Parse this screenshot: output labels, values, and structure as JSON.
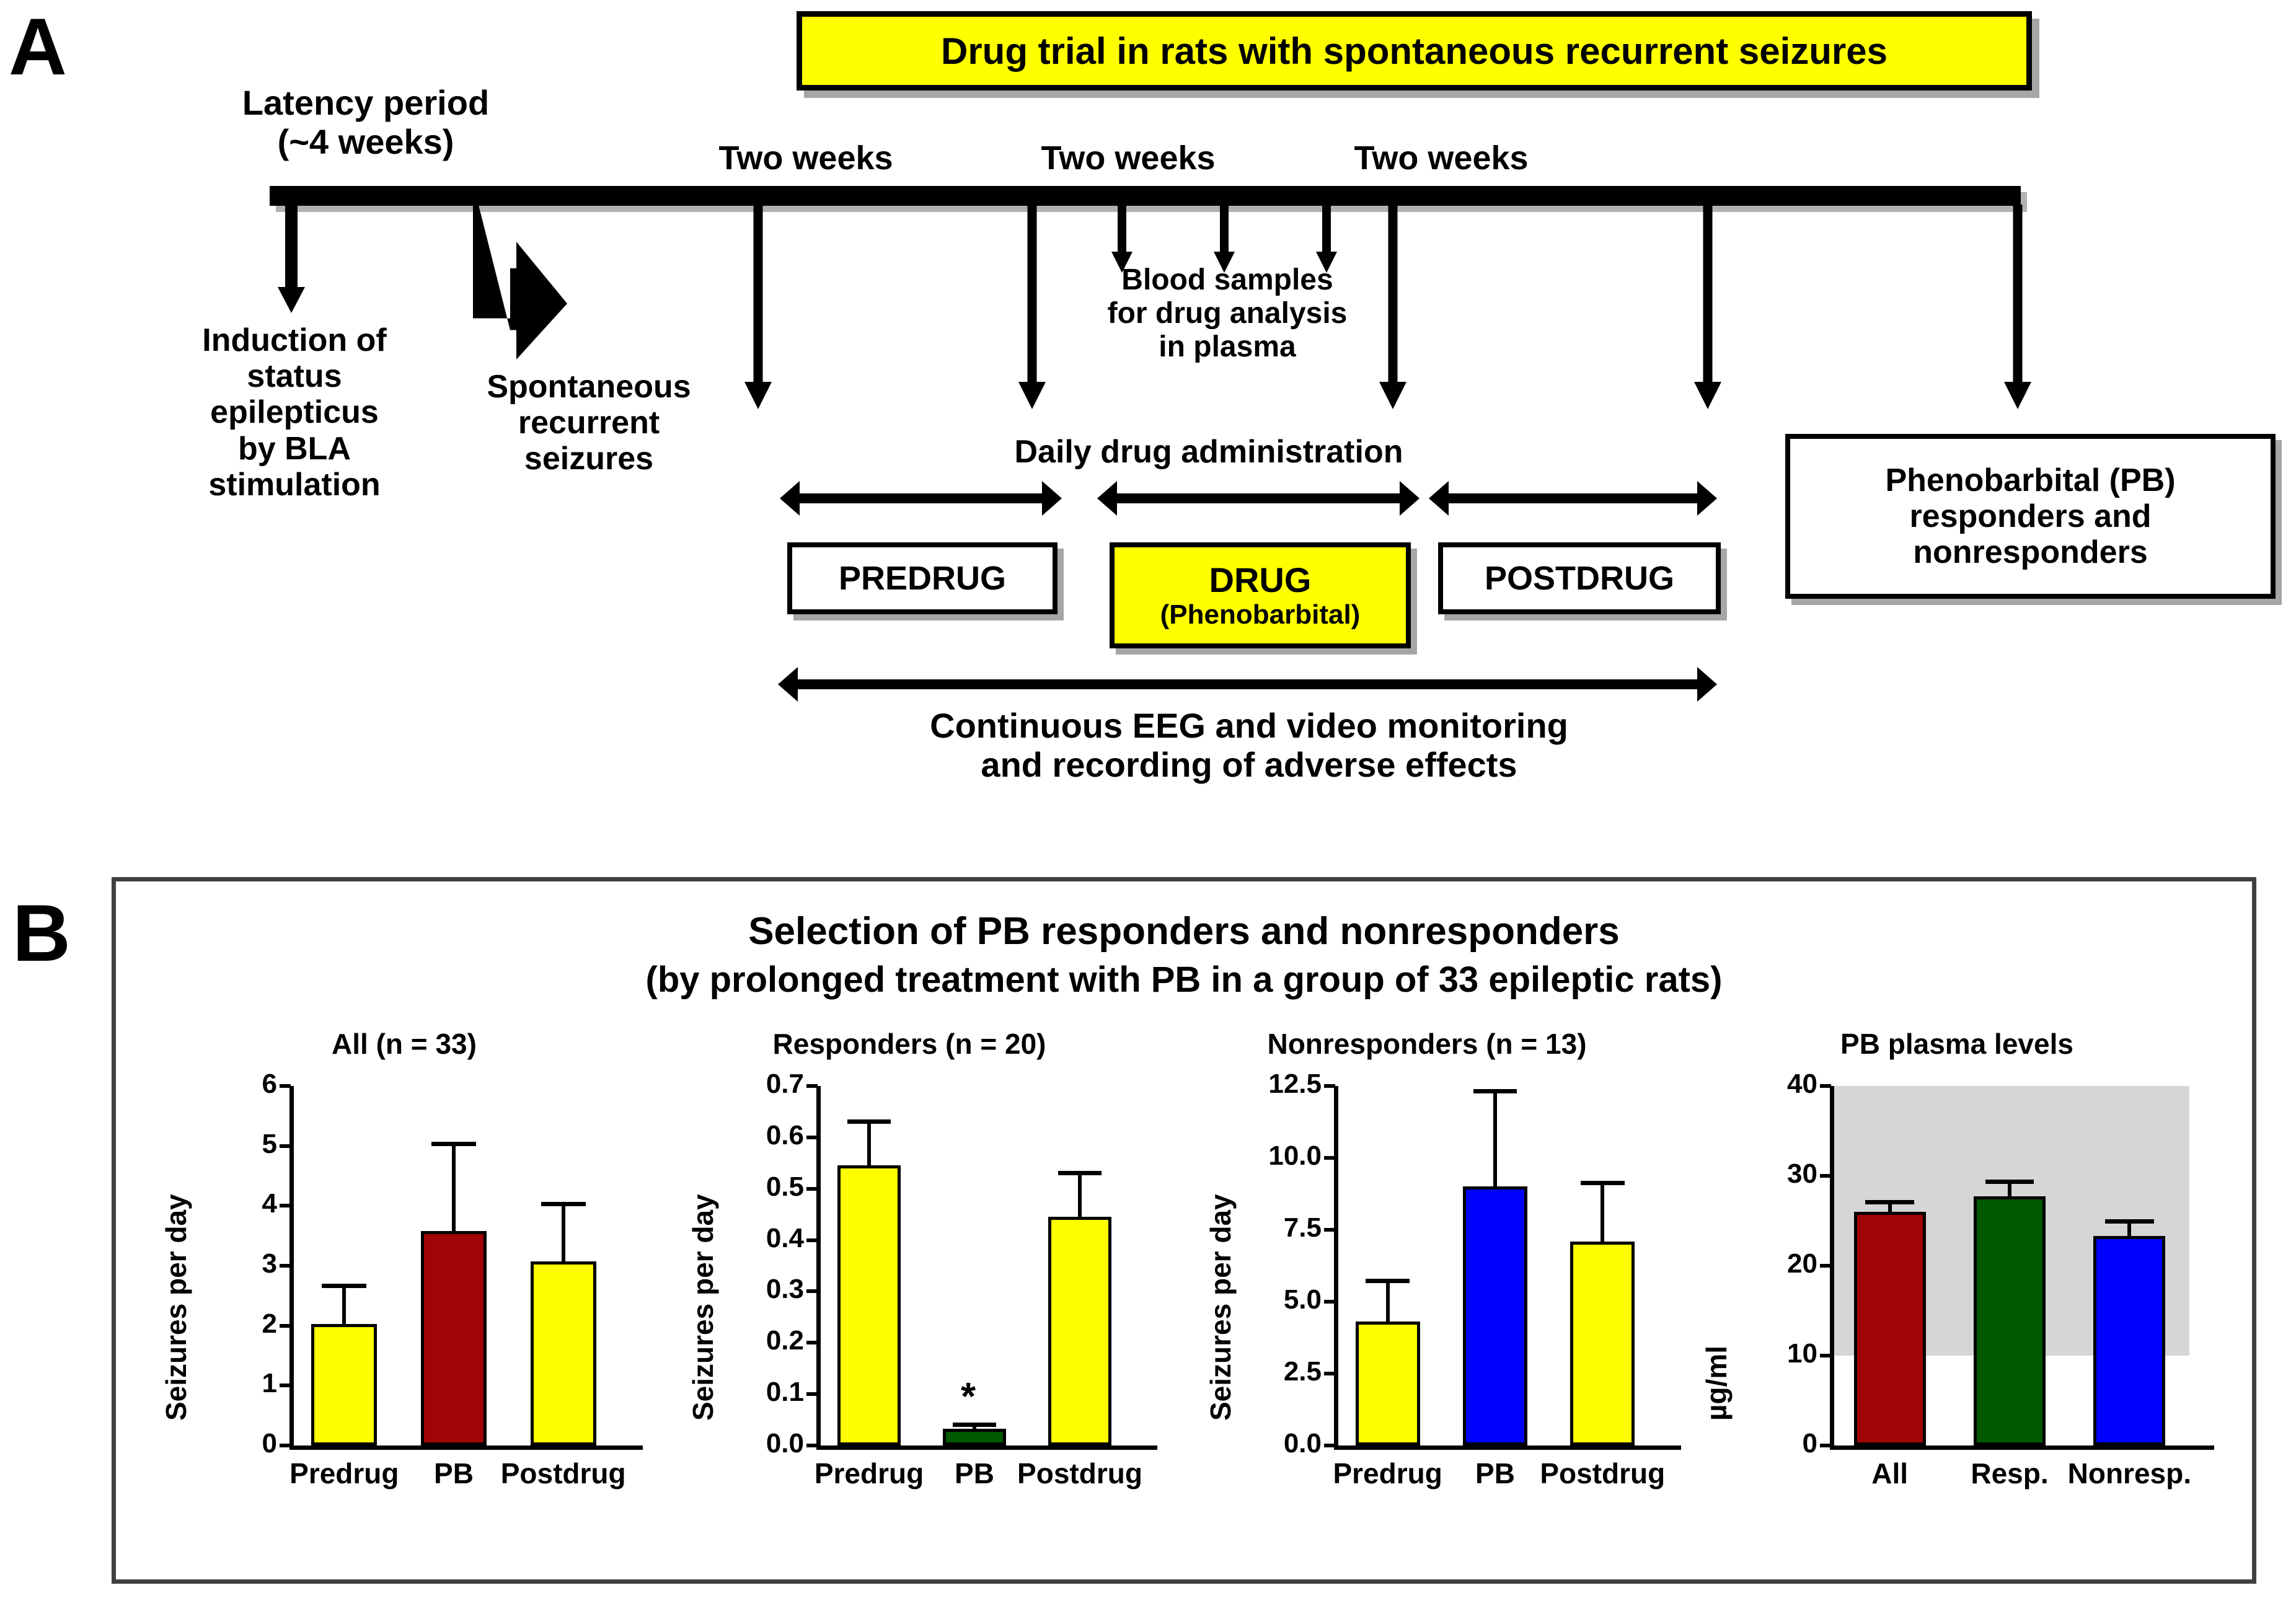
{
  "panels": {
    "a_letter": "A",
    "b_letter": "B"
  },
  "panel_a": {
    "banner_title": "Drug trial in rats with spontaneous recurrent seizures",
    "latency_line1": "Latency period",
    "latency_line2": "(~4 weeks)",
    "week_labels": [
      "Two weeks",
      "Two weeks",
      "Two weeks"
    ],
    "induction_label": "Induction of\nstatus\nepilepticus\nby BLA\nstimulation",
    "induction_lines": [
      "Induction of",
      "status",
      "epilepticus",
      "by BLA",
      "stimulation"
    ],
    "spontaneous_lines": [
      "Spontaneous",
      "recurrent",
      "seizures"
    ],
    "blood_lines": [
      "Blood samples",
      "for drug analysis",
      "in plasma"
    ],
    "daily_admin": "Daily drug administration",
    "boxes": {
      "predrug": "PREDRUG",
      "drug_line1": "DRUG",
      "drug_line2": "(Phenobarbital)",
      "postdrug": "POSTDRUG",
      "responders_lines": [
        "Phenobarbital (PB)",
        "responders and",
        "nonresponders"
      ]
    },
    "monitoring_lines": [
      "Continuous EEG and video monitoring",
      "and recording of adverse effects"
    ]
  },
  "panel_b": {
    "title_line1": "Selection of PB responders and nonresponders",
    "title_line2": "(by prolonged treatment with PB in a group of 33 epileptic rats)"
  },
  "colors": {
    "yellow": "#FFFF00",
    "dark_red": "#A00505",
    "dark_green": "#005800",
    "blue": "#0000FF",
    "gray_band": "#D6D6D6",
    "black": "#000000"
  },
  "chart_data": [
    {
      "type": "bar",
      "title": "All (n = 33)",
      "ylabel": "Seizures per day",
      "xlabel": "",
      "categories": [
        "Predrug",
        "PB",
        "Postdrug"
      ],
      "values": [
        2.03,
        3.58,
        3.07
      ],
      "errors_upper": [
        2.7,
        5.07,
        4.07
      ],
      "bar_colors": [
        "#FFFF00",
        "#A00505",
        "#FFFF00"
      ],
      "ylim": [
        0,
        6
      ],
      "yticks": [
        0,
        1,
        2,
        3,
        4,
        5,
        6
      ],
      "ytick_labels": [
        "0",
        "1",
        "2",
        "3",
        "4",
        "5",
        "6"
      ],
      "grid": false,
      "annotations": []
    },
    {
      "type": "bar",
      "title": "Responders (n = 20)",
      "ylabel": "Seizures per day",
      "xlabel": "",
      "categories": [
        "Predrug",
        "PB",
        "Postdrug"
      ],
      "values": [
        0.545,
        0.032,
        0.445
      ],
      "errors_upper": [
        0.635,
        0.045,
        0.535
      ],
      "bar_colors": [
        "#FFFF00",
        "#005800",
        "#FFFF00"
      ],
      "ylim": [
        0,
        0.7
      ],
      "yticks": [
        0.0,
        0.1,
        0.2,
        0.3,
        0.4,
        0.5,
        0.6,
        0.7
      ],
      "ytick_labels": [
        "0.0",
        "0.1",
        "0.2",
        "0.3",
        "0.4",
        "0.5",
        "0.6",
        "0.7"
      ],
      "grid": false,
      "annotations": [
        {
          "category": "PB",
          "text": "*"
        }
      ]
    },
    {
      "type": "bar",
      "title": "Nonresponders (n = 13)",
      "ylabel": "Seizures per day",
      "xlabel": "",
      "categories": [
        "Predrug",
        "PB",
        "Postdrug"
      ],
      "values": [
        4.3,
        9.0,
        7.1
      ],
      "errors_upper": [
        5.8,
        12.4,
        9.2
      ],
      "bar_colors": [
        "#FFFF00",
        "#0000FF",
        "#FFFF00"
      ],
      "ylim": [
        0,
        12.5
      ],
      "yticks": [
        0.0,
        2.5,
        5.0,
        7.5,
        10.0,
        12.5
      ],
      "ytick_labels": [
        "0.0",
        "2.5",
        "5.0",
        "7.5",
        "10.0",
        "12.5"
      ],
      "grid": false,
      "annotations": []
    },
    {
      "type": "bar",
      "title": "PB plasma levels",
      "ylabel": "µg/ml",
      "xlabel": "",
      "categories": [
        "All",
        "Resp.",
        "Nonresp."
      ],
      "values": [
        26.0,
        27.7,
        23.3
      ],
      "errors_upper": [
        27.3,
        29.6,
        25.2
      ],
      "bar_colors": [
        "#A00505",
        "#005800",
        "#0000FF"
      ],
      "ylim": [
        0,
        40
      ],
      "yticks": [
        0,
        10,
        20,
        30,
        40
      ],
      "ytick_labels": [
        "0",
        "10",
        "20",
        "30",
        "40"
      ],
      "grid": false,
      "shaded_band": {
        "from": 10,
        "to": 40,
        "color": "#D6D6D6"
      },
      "annotations": []
    }
  ]
}
